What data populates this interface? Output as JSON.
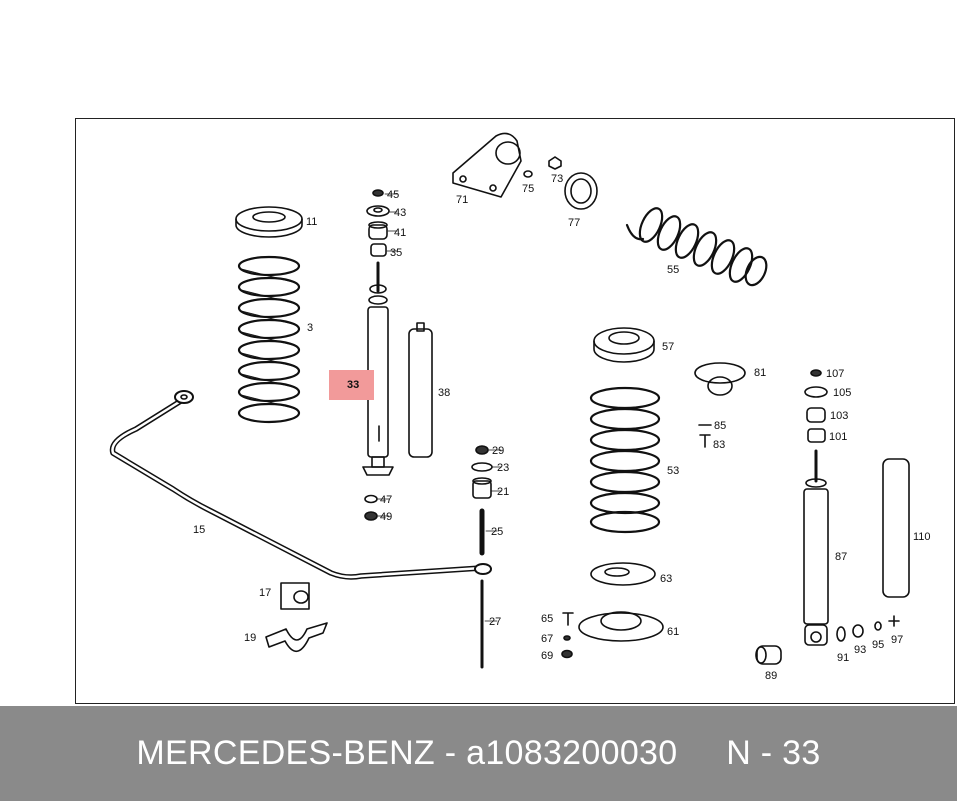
{
  "diagram": {
    "highlight_part": "33",
    "highlight_color": "#f29a9a",
    "parts": {
      "p3": "3",
      "p11": "11",
      "p15": "15",
      "p17": "17",
      "p19": "19",
      "p21": "21",
      "p23": "23",
      "p25": "25",
      "p27": "27",
      "p29": "29",
      "p33": "33",
      "p35": "35",
      "p38": "38",
      "p41": "41",
      "p43": "43",
      "p45": "45",
      "p47": "47",
      "p49": "49",
      "p53": "53",
      "p55": "55",
      "p57": "57",
      "p61": "61",
      "p63": "63",
      "p65": "65",
      "p67": "67",
      "p69": "69",
      "p71": "71",
      "p73": "73",
      "p75": "75",
      "p77": "77",
      "p81": "81",
      "p83": "83",
      "p85": "85",
      "p87": "87",
      "p89": "89",
      "p91": "91",
      "p93": "93",
      "p95": "95",
      "p97": "97",
      "p101": "101",
      "p103": "103",
      "p105": "105",
      "p107": "107",
      "p110": "110"
    }
  },
  "footer": {
    "brand": "MERCEDES-BENZ",
    "separator": " - ",
    "part_number": "a1083200030",
    "gap": "     ",
    "position_label": "N - 33",
    "background": "#8a8a8a"
  }
}
